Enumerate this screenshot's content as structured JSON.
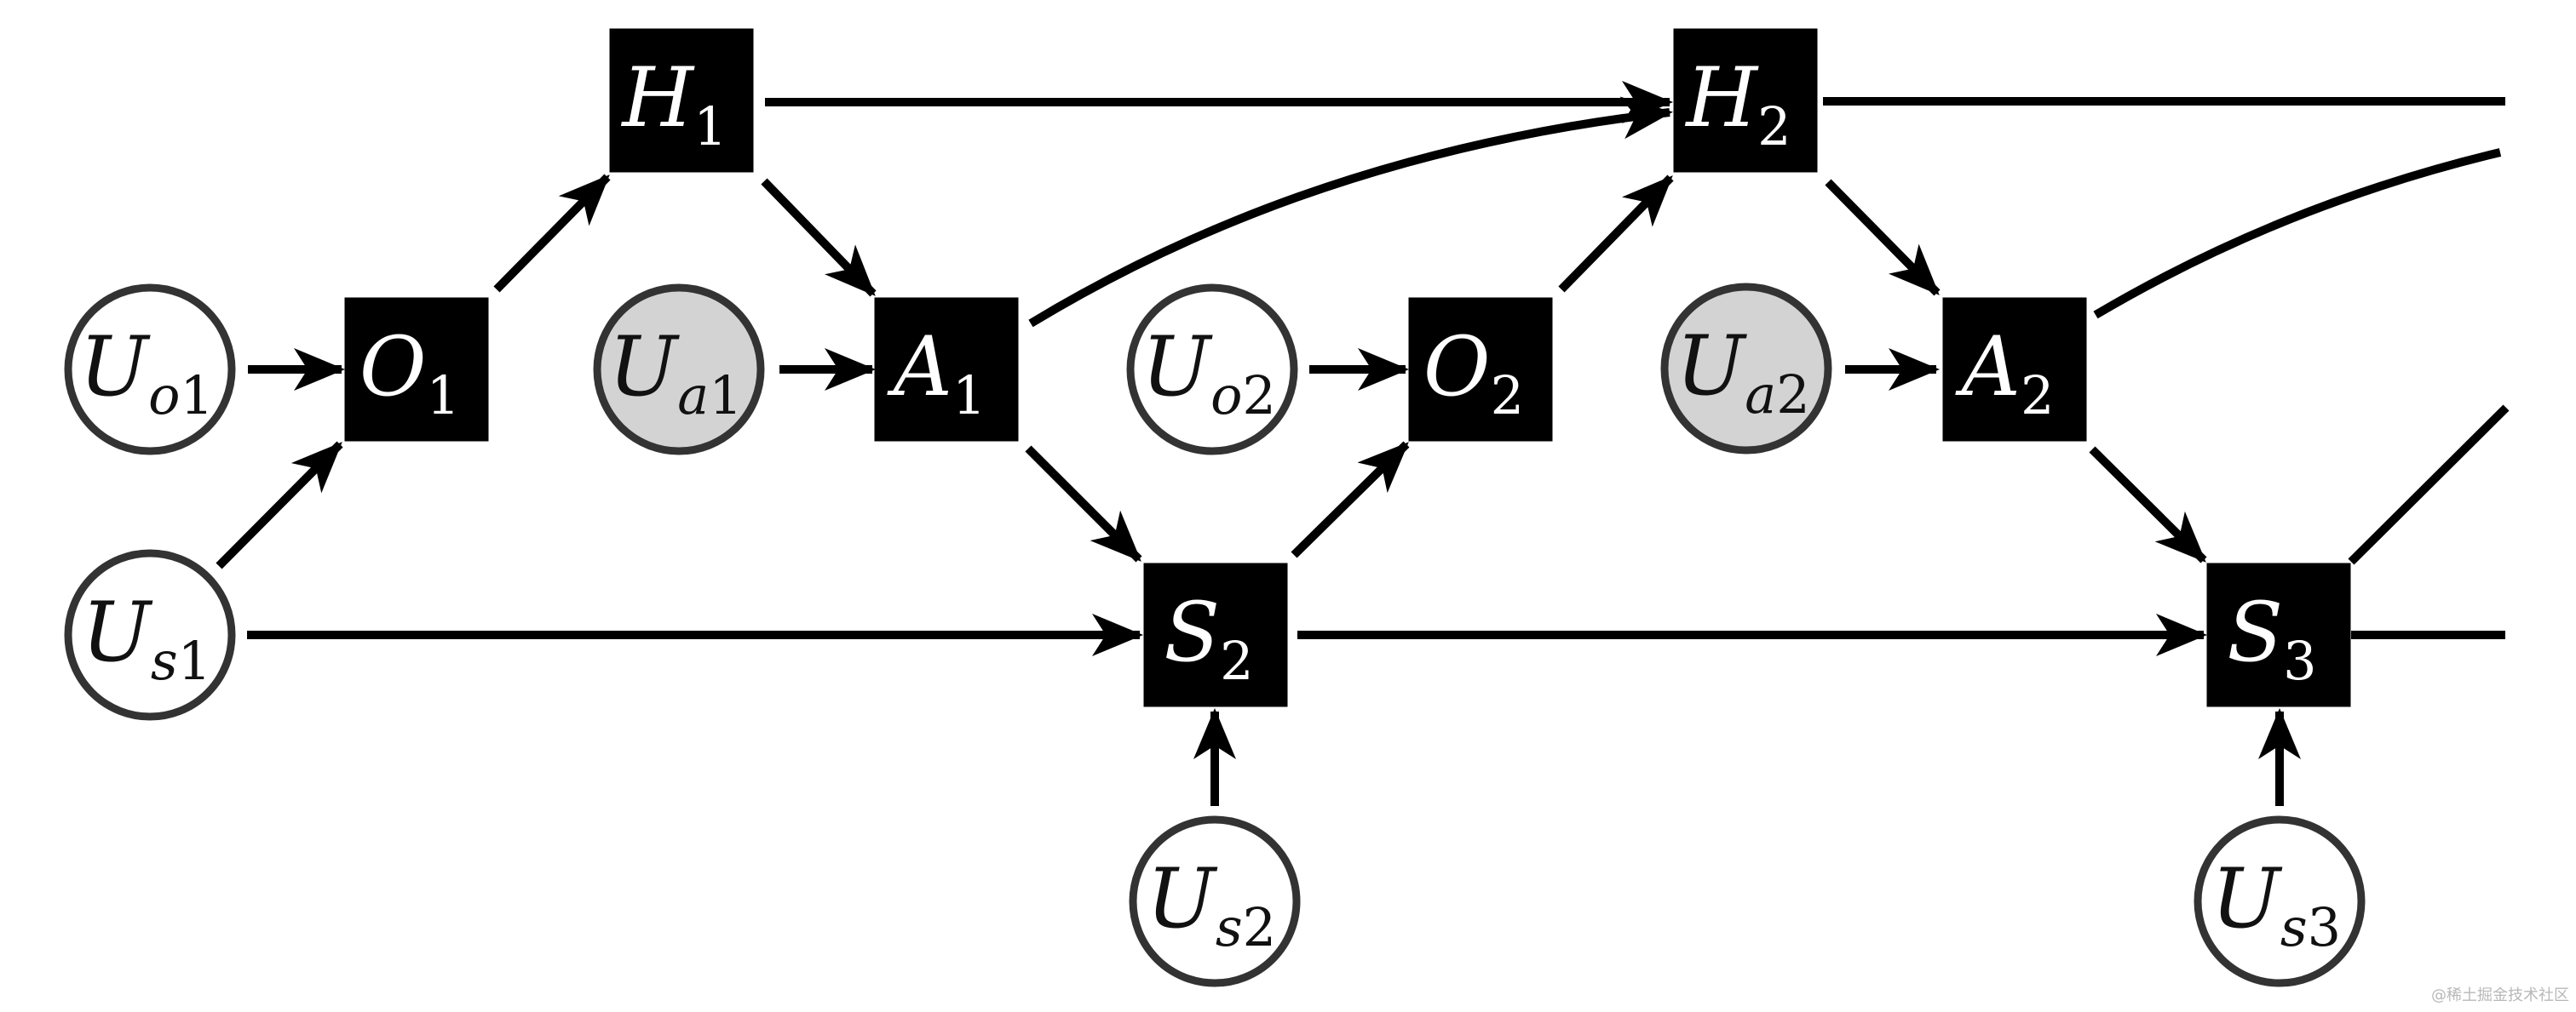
{
  "diagram": {
    "title": "",
    "colors": {
      "box_fill": "#000000",
      "box_text": "#ffffff",
      "circle_stroke": "#333333",
      "circle_fill_default": "#ffffff",
      "circle_fill_shaded": "#d3d3d3",
      "edge": "#000000"
    },
    "nodes": [
      {
        "id": "H1",
        "shape": "box",
        "main": "H",
        "sub": "1",
        "sub_italic": ""
      },
      {
        "id": "O1",
        "shape": "box",
        "main": "O",
        "sub": "1",
        "sub_italic": ""
      },
      {
        "id": "A1",
        "shape": "box",
        "main": "A",
        "sub": "1",
        "sub_italic": ""
      },
      {
        "id": "S2",
        "shape": "box",
        "main": "S",
        "sub": "2",
        "sub_italic": ""
      },
      {
        "id": "H2",
        "shape": "box",
        "main": "H",
        "sub": "2",
        "sub_italic": ""
      },
      {
        "id": "O2",
        "shape": "box",
        "main": "O",
        "sub": "2",
        "sub_italic": ""
      },
      {
        "id": "A2",
        "shape": "box",
        "main": "A",
        "sub": "2",
        "sub_italic": ""
      },
      {
        "id": "S3",
        "shape": "box",
        "main": "S",
        "sub": "3",
        "sub_italic": ""
      },
      {
        "id": "Uo1",
        "shape": "circle",
        "shaded": false,
        "main": "U",
        "sub_italic": "o",
        "sub": "1"
      },
      {
        "id": "Us1",
        "shape": "circle",
        "shaded": false,
        "main": "U",
        "sub_italic": "s",
        "sub": "1"
      },
      {
        "id": "Ua1",
        "shape": "circle",
        "shaded": true,
        "main": "U",
        "sub_italic": "a",
        "sub": "1"
      },
      {
        "id": "Uo2",
        "shape": "circle",
        "shaded": false,
        "main": "U",
        "sub_italic": "o",
        "sub": "2"
      },
      {
        "id": "Us2",
        "shape": "circle",
        "shaded": false,
        "main": "U",
        "sub_italic": "s",
        "sub": "2"
      },
      {
        "id": "Ua2",
        "shape": "circle",
        "shaded": true,
        "main": "U",
        "sub_italic": "a",
        "sub": "2"
      },
      {
        "id": "Us3",
        "shape": "circle",
        "shaded": false,
        "main": "U",
        "sub_italic": "s",
        "sub": "3"
      }
    ],
    "edges": [
      {
        "from": "Uo1",
        "to": "O1",
        "arrow": true
      },
      {
        "from": "Us1",
        "to": "O1",
        "arrow": true
      },
      {
        "from": "O1",
        "to": "H1",
        "arrow": true
      },
      {
        "from": "H1",
        "to": "A1",
        "arrow": true
      },
      {
        "from": "Ua1",
        "to": "A1",
        "arrow": true
      },
      {
        "from": "H1",
        "to": "H2",
        "arrow": true
      },
      {
        "from": "A1",
        "to": "H2",
        "arrow": true,
        "curved": true
      },
      {
        "from": "A1",
        "to": "S2",
        "arrow": true
      },
      {
        "from": "Us1",
        "to": "S2",
        "arrow": true
      },
      {
        "from": "Us2",
        "to": "S2",
        "arrow": true
      },
      {
        "from": "S2",
        "to": "O2",
        "arrow": true
      },
      {
        "from": "Uo2",
        "to": "O2",
        "arrow": true
      },
      {
        "from": "O2",
        "to": "H2",
        "arrow": true
      },
      {
        "from": "H2",
        "to": "A2",
        "arrow": true
      },
      {
        "from": "Ua2",
        "to": "A2",
        "arrow": true
      },
      {
        "from": "A2",
        "to": "S3",
        "arrow": true
      },
      {
        "from": "S2",
        "to": "S3",
        "arrow": true
      },
      {
        "from": "Us3",
        "to": "S3",
        "arrow": true
      },
      {
        "from": "H2",
        "to": "(continues)",
        "arrow": false
      },
      {
        "from": "A2",
        "to": "(continues)",
        "arrow": false,
        "curved": true
      },
      {
        "from": "S3",
        "to": "(continues-up)",
        "arrow": false
      },
      {
        "from": "S3",
        "to": "(continues)",
        "arrow": false
      }
    ]
  },
  "watermark": "@稀土掘金技术社区"
}
